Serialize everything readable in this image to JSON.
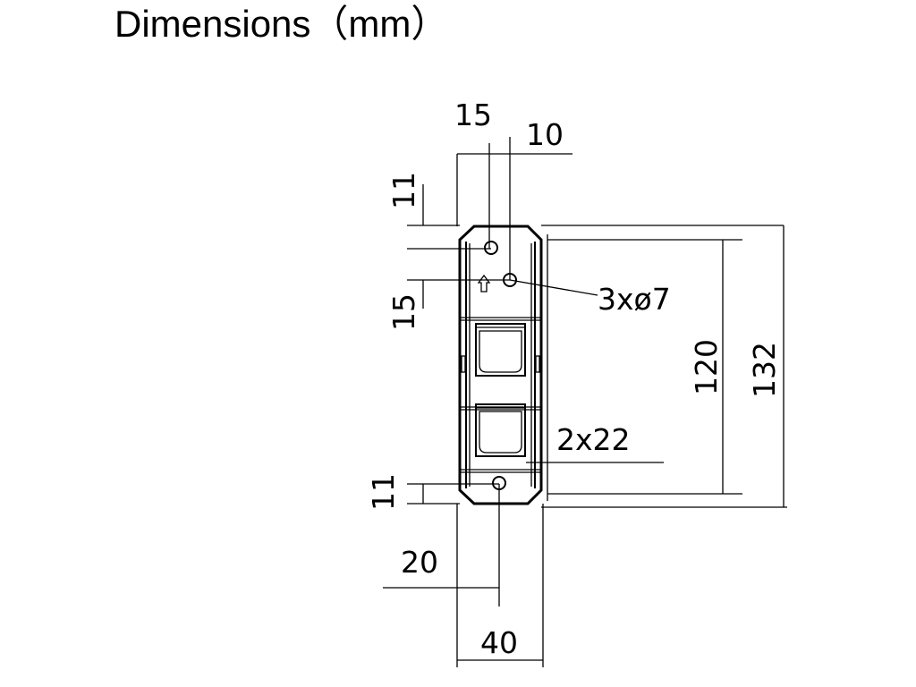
{
  "title": "Dimensions（mm）",
  "dimensions": {
    "hole_offset_x": "15",
    "hole2_offset_x": "10",
    "top_hole_offset_y": "11",
    "hole_spacing_y": "15",
    "hole_spec": "3xø7",
    "inner_height": "120",
    "total_height": "132",
    "slot_spec": "2x22",
    "bottom_hole_offset_y": "11",
    "bottom_hole_offset_x": "20",
    "width": "40"
  }
}
